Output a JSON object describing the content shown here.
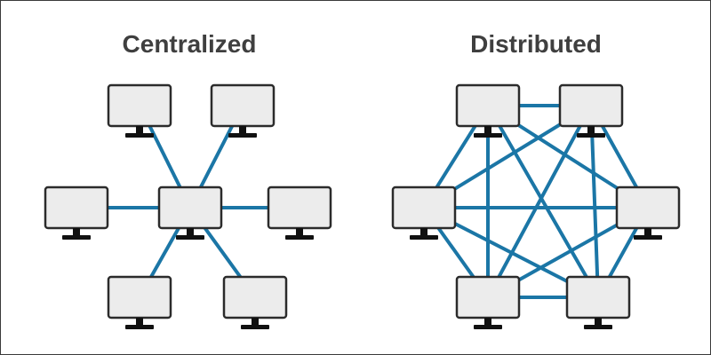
{
  "titles": {
    "centralized": "Centralized",
    "distributed": "Distributed"
  },
  "colors": {
    "link": "#1b76a6",
    "screen_fill": "#ececec",
    "outline": "#2b2b2b",
    "title": "#3f3f3f",
    "background": "#ffffff"
  },
  "centralized": {
    "hub": "center",
    "nodes": [
      "center",
      "top-left",
      "top-right",
      "mid-left",
      "mid-right",
      "bottom-left",
      "bottom-right"
    ],
    "links": [
      [
        "center",
        "top-left"
      ],
      [
        "center",
        "top-right"
      ],
      [
        "center",
        "mid-left"
      ],
      [
        "center",
        "mid-right"
      ],
      [
        "center",
        "bottom-left"
      ],
      [
        "center",
        "bottom-right"
      ]
    ]
  },
  "distributed": {
    "nodes": [
      "top-left",
      "top-right",
      "mid-left",
      "mid-right",
      "bottom-left",
      "bottom-right"
    ],
    "links": [
      [
        "top-left",
        "top-right"
      ],
      [
        "top-left",
        "mid-left"
      ],
      [
        "top-left",
        "mid-right"
      ],
      [
        "top-left",
        "bottom-left"
      ],
      [
        "top-left",
        "bottom-right"
      ],
      [
        "top-right",
        "mid-left"
      ],
      [
        "top-right",
        "mid-right"
      ],
      [
        "top-right",
        "bottom-left"
      ],
      [
        "top-right",
        "bottom-right"
      ],
      [
        "mid-left",
        "mid-right"
      ],
      [
        "mid-left",
        "bottom-left"
      ],
      [
        "mid-left",
        "bottom-right"
      ],
      [
        "mid-right",
        "bottom-left"
      ],
      [
        "mid-right",
        "bottom-right"
      ],
      [
        "bottom-left",
        "bottom-right"
      ]
    ]
  }
}
